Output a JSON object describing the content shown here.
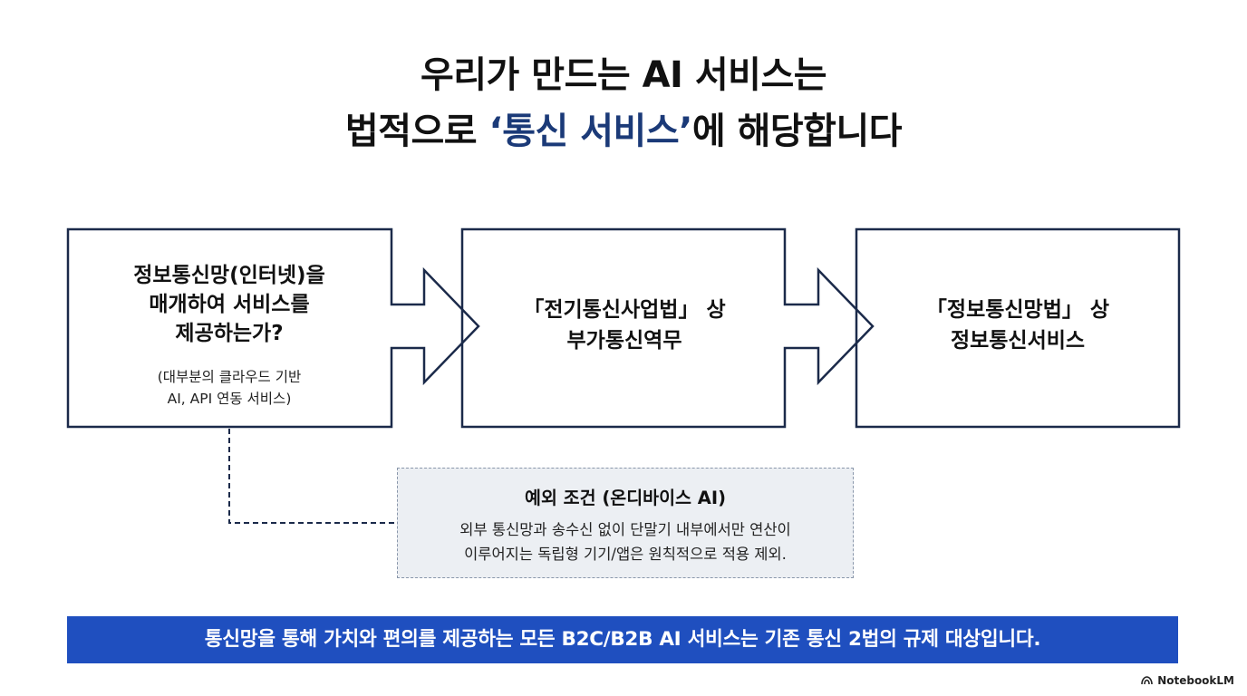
{
  "title": {
    "line1": "우리가 만드는 AI 서비스는",
    "line2_before": "법적으로 ",
    "line2_highlight": "‘통신 서비스’",
    "line2_after": "에 해당합니다"
  },
  "flow": {
    "box1": {
      "line1": "정보통신망(인터넷)을",
      "line2": "매개하여 서비스를",
      "line3": "제공하는가?",
      "note1": "(대부분의 클라우드 기반",
      "note2": "AI, API 연동 서비스)"
    },
    "box2": {
      "line1": "「전기통신사업법」 상",
      "line2": "부가통신역무"
    },
    "box3": {
      "line1": "「정보통신망법」 상",
      "line2": "정보통신서비스"
    }
  },
  "exception": {
    "title": "예외 조건 (온디바이스 AI)",
    "desc1": "외부 통신망과 송수신 없이 단말기 내부에서만 연산이",
    "desc2": "이루어지는 독립형 기기/앱은 원칙적으로 적용 제외."
  },
  "banner": "통신망을 통해 가치와 편의를 제공하는 모든 B2C/B2B AI 서비스는 기존 통신 2법의 규제 대상입니다.",
  "brand": "NotebookLM",
  "colors": {
    "navy": "#1b3a78",
    "banner_blue": "#1f4fbf",
    "exception_bg": "#eceff3"
  }
}
